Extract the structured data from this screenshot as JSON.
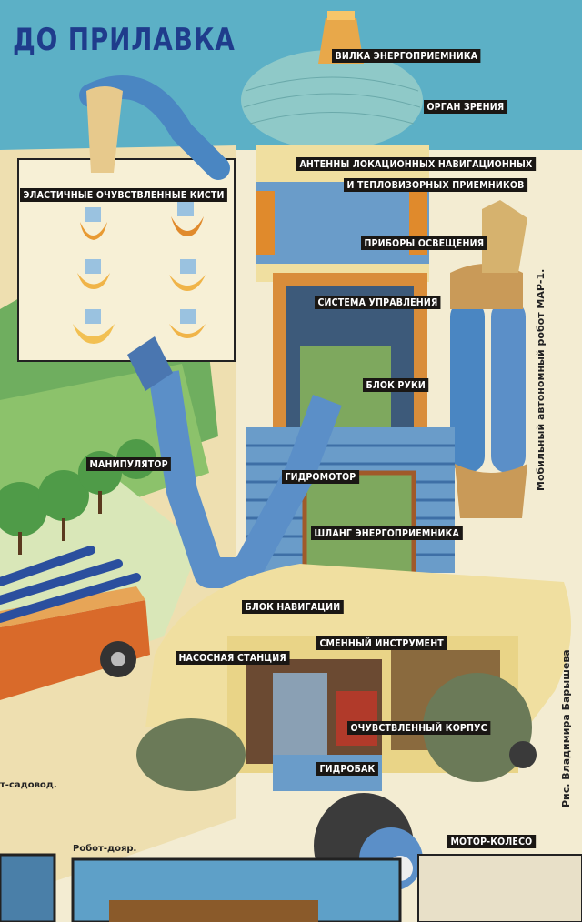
{
  "page": {
    "title": "ДО ПРИЛАВКА",
    "side_caption": "Мобильный автономный робот МАР-1.",
    "credit": "Рис. Владимира Барышева",
    "caption_gardener": "т-садовод.",
    "caption_milker": "Робот-дояр."
  },
  "labels": {
    "energy_fork": "ВИЛКА ЭНЕРГОПРИЕМНИКА",
    "vision_organ": "ОРГАН ЗРЕНИЯ",
    "antennas_1": "АНТЕННЫ ЛОКАЦИОННЫХ НАВИГАЦИОННЫХ",
    "antennas_2": "И ТЕПЛОВИЗОРНЫХ ПРИЕМНИКОВ",
    "elastic_hands": "ЭЛАСТИЧНЫЕ ОЧУВСТВЛЕННЫЕ КИСТИ",
    "lighting": "ПРИБОРЫ ОСВЕЩЕНИЯ",
    "control_system": "СИСТЕМА УПРАВЛЕНИЯ",
    "arm_block": "БЛОК РУКИ",
    "manipulator": "МАНИПУЛЯТОР",
    "hydromotor": "ГИДРОМОТОР",
    "hose": "ШЛАНГ ЭНЕРГОПРИЕМНИКА",
    "navigation_block": "БЛОК НАВИГАЦИИ",
    "tools": "СМЕННЫЙ ИНСТРУМЕНТ",
    "pump_station": "НАСОСНАЯ СТАНЦИЯ",
    "sensing_body": "ОЧУВСТВЛЕННЫЙ КОРПУС",
    "hydrotank": "ГИДРОБАК",
    "motor_wheel": "МОТОР-КОЛЕСО"
  },
  "colors": {
    "title": "#1f3c8c",
    "label_bg": "#1a1714",
    "robot_blue": "#5b8fc8",
    "robot_cream": "#f0dfa0",
    "robot_orange": "#e08a2c",
    "inner_green": "#7ea85e"
  }
}
